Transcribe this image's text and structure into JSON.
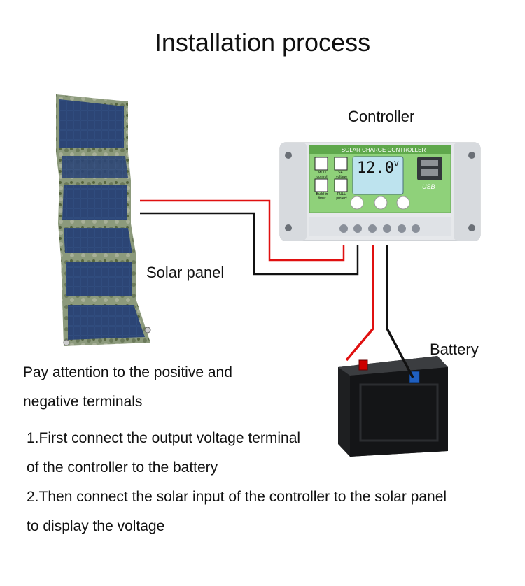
{
  "title": "Installation process",
  "labels": {
    "controller": "Controller",
    "solar_panel": "Solar panel",
    "battery": "Battery"
  },
  "controller_display": {
    "header": "SOLAR CHARGE CONTROLLER",
    "voltage": "12.0",
    "unit": "V",
    "mcu_label": "MCU control",
    "set_label": "SET voltage",
    "timer_label": "Build-in timer",
    "protect_label": "FULL protect",
    "usb_label": "USB"
  },
  "notes": {
    "attention_line1": "Pay attention to the positive and",
    "attention_line2": "negative terminals",
    "step1_line1": "1.First connect the output voltage terminal",
    "step1_line2": "of the controller to the battery",
    "step2_line1": "2.Then connect the solar input of the controller to the solar panel",
    "step2_line2": "to display the voltage"
  },
  "colors": {
    "positive_wire": "#e01010",
    "negative_wire": "#111111",
    "controller_face": "#8fd17a"
  }
}
